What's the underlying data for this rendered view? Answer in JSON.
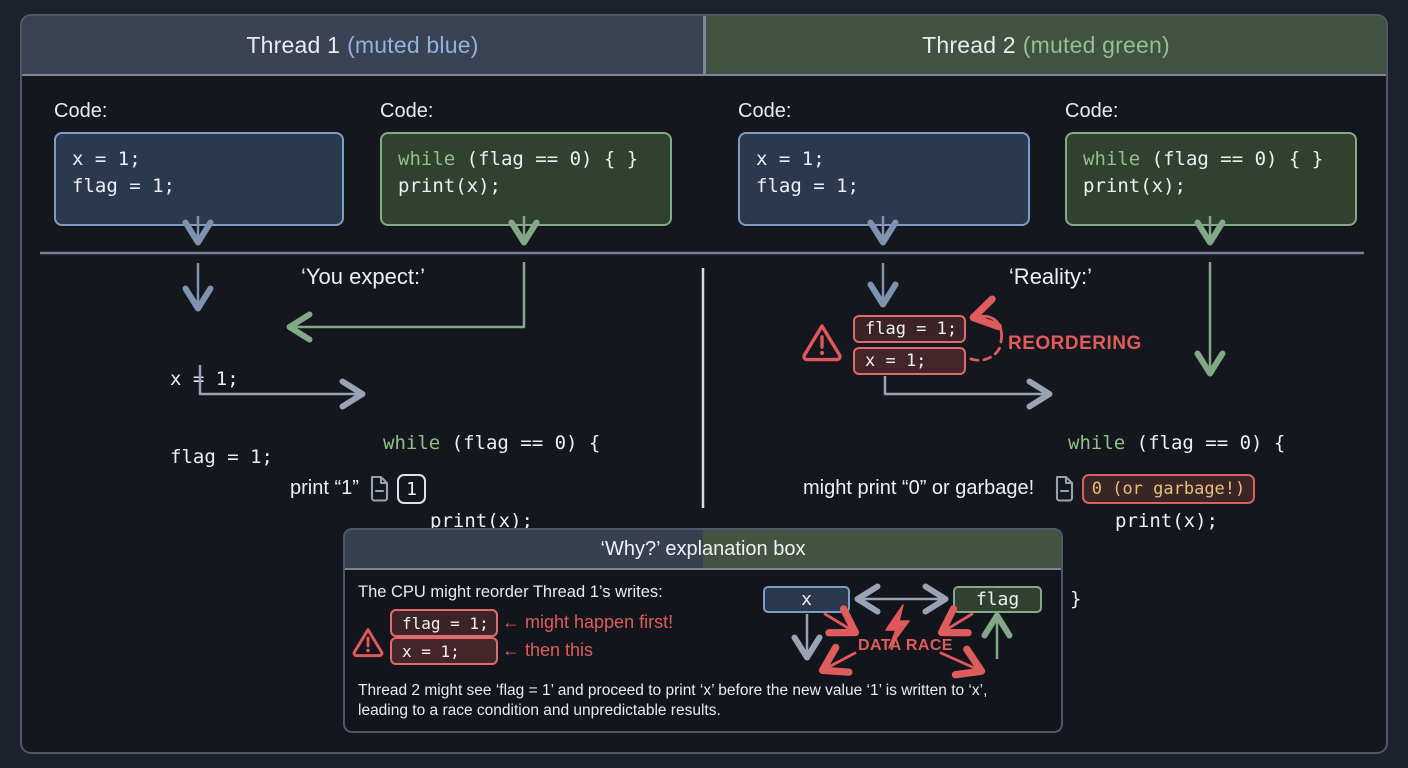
{
  "colors": {
    "muted_blue": "#8fb3de",
    "muted_green": "#8fc193",
    "alert_red": "#e05b5b",
    "amber_value": "#e4c17c"
  },
  "thread1": {
    "title": "Thread 1",
    "subtitle": "(muted blue)"
  },
  "thread2": {
    "title": "Thread 2",
    "subtitle": "(muted green)"
  },
  "code_label": "Code:",
  "writer_code": {
    "line1": "x = 1;",
    "line2": "flag = 1;"
  },
  "reader_code": {
    "keyword": "while",
    "rest": " (flag == 0) { }",
    "line2": "print(x);"
  },
  "expect": {
    "label": "‘You expect:’",
    "seq_line1": "x = 1;",
    "seq_line2": "flag = 1;",
    "loop_keyword": "while",
    "loop_rest": " (flag == 0) {",
    "loop_body": "print(x);",
    "loop_close": "}",
    "result_label": "print “1” ",
    "result_value": "1"
  },
  "reality": {
    "label": "‘Reality:’",
    "reordered_first": "flag = 1;",
    "reordered_second": "x = 1;",
    "reordering_label": "REORDERING",
    "loop_keyword": "while",
    "loop_rest": " (flag == 0) {",
    "loop_body": "print(x);",
    "loop_close": "}",
    "result_label": "might print “0” or garbage! ",
    "result_value": "0 (or garbage!)"
  },
  "why_box": {
    "title": "‘Why?’ explanation box",
    "intro": "The CPU might reorder Thread 1’s writes:",
    "reordered_first": "flag = 1;",
    "first_note": "← might happen first!",
    "reordered_second": "x = 1;",
    "second_note": "← then this",
    "var_x": "x",
    "var_flag": "flag",
    "data_race_label": "DATA RACE",
    "outro_line1": "Thread 2 might see ‘flag = 1’ and proceed to print ‘x’ before the new value ‘1’ is written to ‘x’,",
    "outro_line2": "leading to a race condition and unpredictable results."
  }
}
